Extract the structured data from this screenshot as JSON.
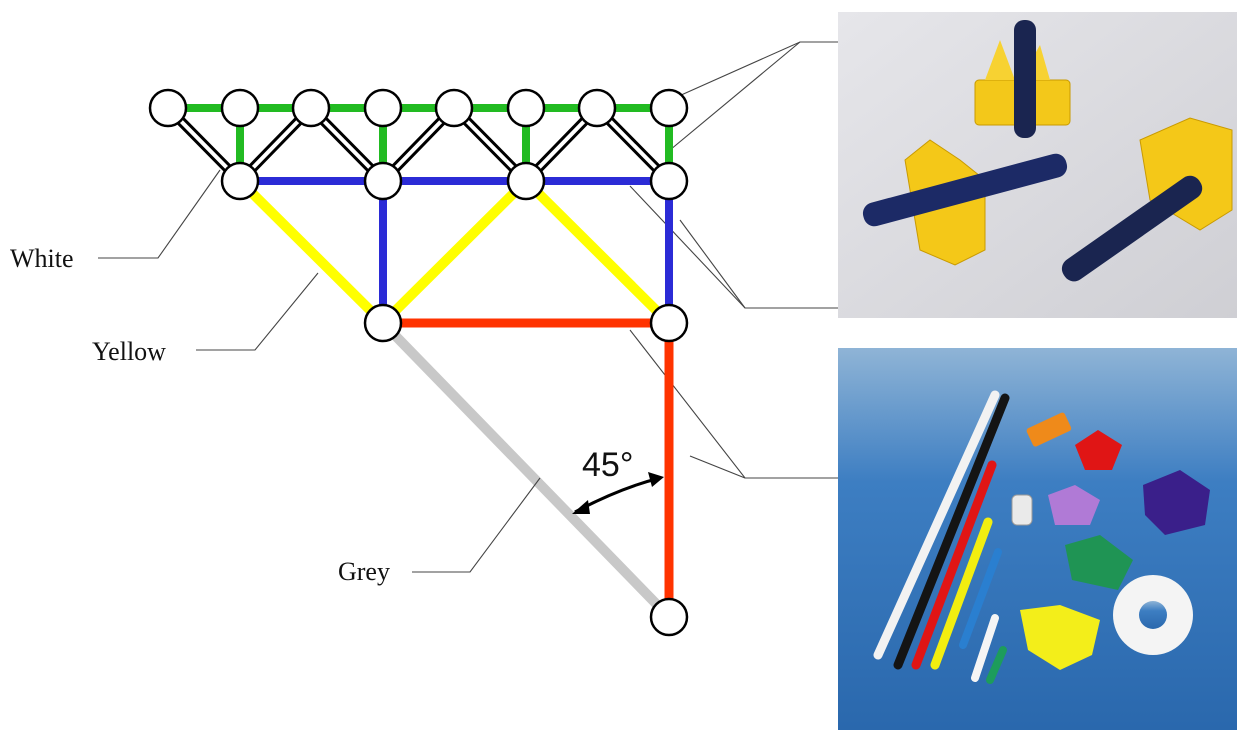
{
  "labels": {
    "white": "White",
    "yellow": "Yellow",
    "grey": "Grey",
    "angle": "45°"
  },
  "colors": {
    "green": "#22bb22",
    "blue": "#2b2bd6",
    "yellow": "#ffff00",
    "red": "#ff3300",
    "grey": "#c9c9c9",
    "white_rod_outline": "#000000",
    "node_fill": "#ffffff",
    "photo_top_bg": "#d8d8dc",
    "photo_bottom_bg": "#3f7fc0"
  },
  "images": {
    "top_photo": "photo of yellow connectors with dark blue rods",
    "bottom_photo": "photo of assorted colored rods and connectors"
  }
}
